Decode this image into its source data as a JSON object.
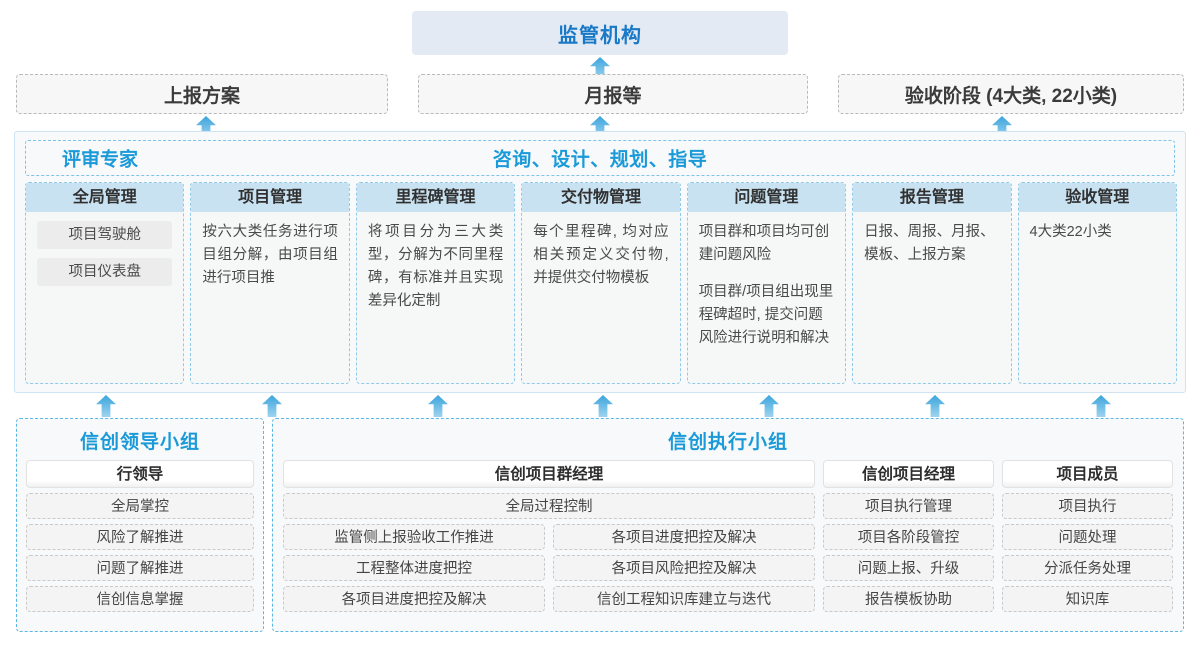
{
  "top": {
    "regulator": "监管机构",
    "reports": [
      "上报方案",
      "月报等",
      "验收阶段 (4大类, 22小类)"
    ]
  },
  "middle": {
    "banner_left": "评审专家",
    "banner_center": "咨询、设计、规划、指导",
    "columns": [
      {
        "title": "全局管理",
        "pills": [
          "项目驾驶舱",
          "项目仪表盘"
        ],
        "paragraphs": []
      },
      {
        "title": "项目管理",
        "pills": [],
        "paragraphs": [
          "按六大类任务进行项目组分解，由项目组进行项目推"
        ]
      },
      {
        "title": "里程碑管理",
        "pills": [],
        "paragraphs": [
          "将项目分为三大类型，分解为不同里程碑，有标准并且实现差异化定制"
        ]
      },
      {
        "title": "交付物管理",
        "pills": [],
        "paragraphs": [
          "每个里程碑, 均对应相关预定义交付物, 并提供交付物模板"
        ]
      },
      {
        "title": "问题管理",
        "pills": [],
        "paragraphs": [
          "项目群和项目均可创建问题风险",
          "项目群/项目组出现里程碑超时, 提交问题风险进行说明和解决"
        ]
      },
      {
        "title": "报告管理",
        "pills": [],
        "paragraphs": [
          "日报、周报、月报、模板、上报方案"
        ]
      },
      {
        "title": "验收管理",
        "pills": [],
        "paragraphs": [
          "4大类22小类"
        ]
      }
    ]
  },
  "bottom": {
    "leader_group": {
      "title": "信创领导小组",
      "role": "行领导",
      "items": [
        "全局掌控",
        "风险了解推进",
        "问题了解推进",
        "信创信息掌握"
      ]
    },
    "exec_group": {
      "title": "信创执行小组",
      "program_manager": {
        "role": "信创项目群经理",
        "full_width_item": "全局过程控制",
        "left_items": [
          "监管侧上报验收工作推进",
          "工程整体进度把控",
          "各项目进度把控及解决"
        ],
        "right_items": [
          "各项目进度把控及解决",
          "各项目风险把控及解决",
          "信创工程知识库建立与迭代"
        ]
      },
      "project_manager": {
        "role": "信创项目经理",
        "items": [
          "项目执行管理",
          "项目各阶段管控",
          "问题上报、升级",
          "报告模板协助"
        ]
      },
      "members": {
        "role": "项目成员",
        "items": [
          "项目执行",
          "问题处理",
          "分派任务处理",
          "知识库"
        ]
      }
    }
  },
  "colors": {
    "accent_blue": "#1a9ad8",
    "title_blue": "#1a79c6",
    "header_fill": "#c9e2f1",
    "top_fill": "#e3eaf4",
    "arrow_top": "#3aa4dd",
    "arrow_bottom": "#9fd4ee"
  }
}
